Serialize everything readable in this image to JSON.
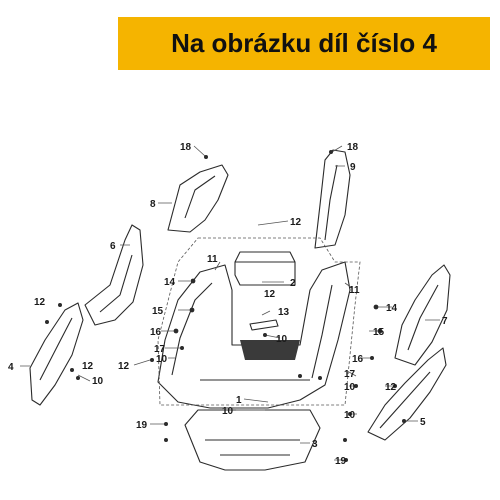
{
  "banner": {
    "text": "Na obrázku díl číslo 4",
    "background": "#f5b400"
  },
  "colors": {
    "part_fill": "#ffffff",
    "part_stroke": "#2b2b2b",
    "dark_fill": "#3a3a3a",
    "leader": "#555555"
  },
  "labels": {
    "l1": "1",
    "l2": "2",
    "l3": "3",
    "l4": "4",
    "l5": "5",
    "l6": "6",
    "l7": "7",
    "l8": "8",
    "l9": "9",
    "l10a": "10",
    "l10b": "10",
    "l10c": "10",
    "l10d": "10",
    "l10e": "10",
    "l10f": "10",
    "l11a": "11",
    "l11b": "11",
    "l12a": "12",
    "l12b": "12",
    "l12c": "12",
    "l12d": "12",
    "l12e": "12",
    "l13": "13",
    "l14a": "14",
    "l14b": "14",
    "l15a": "15",
    "l15b": "15",
    "l16a": "16",
    "l16b": "16",
    "l17a": "17",
    "l17b": "17",
    "l18a": "18",
    "l18b": "18",
    "l19a": "19",
    "l19b": "19"
  }
}
